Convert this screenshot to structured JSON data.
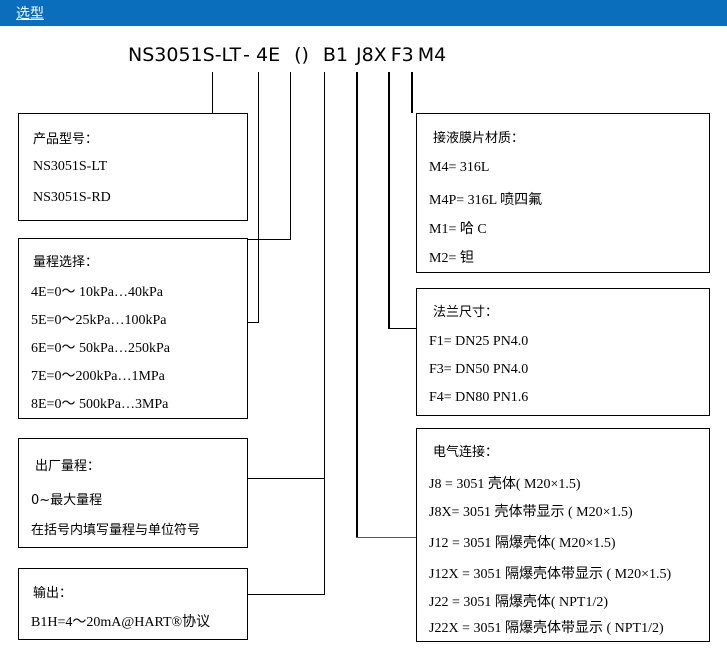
{
  "header": {
    "title": "选型"
  },
  "model_code": {
    "full": "NS3051S-LT - 4E () B1 J8X F3 M4",
    "segments": [
      {
        "key": "model",
        "text": "NS3051S-LT"
      },
      {
        "key": "dash",
        "text": "-"
      },
      {
        "key": "range",
        "text": "4E"
      },
      {
        "key": "paren",
        "text": "()"
      },
      {
        "key": "output",
        "text": "B1"
      },
      {
        "key": "elec",
        "text": "J8X"
      },
      {
        "key": "flange",
        "text": "F3"
      },
      {
        "key": "material",
        "text": "M4"
      }
    ]
  },
  "boxes": {
    "product_model": {
      "title": "产品型号：",
      "items": [
        "NS3051S-LT",
        "NS3051S-RD"
      ]
    },
    "range_select": {
      "title": "量程选择：",
      "items": [
        "4E=0～ 10kPa…40kPa",
        "5E=0～25kPa…100kPa",
        "6E=0～ 50kPa…250kPa",
        "7E=0～200kPa…1MPa",
        "8E=0～ 500kPa…3MPa"
      ]
    },
    "factory_range": {
      "title": "出厂量程：",
      "items": [
        "0~最大量程",
        "在括号内填写量程与单位符号"
      ]
    },
    "output": {
      "title": "输出：",
      "items": [
        "B1H=4～20mA@HART®协议"
      ]
    },
    "diaphragm_material": {
      "title": "接液膜片材质：",
      "items": [
        "M4= 316L",
        "M4P= 316L 喷四氟",
        "M1= 哈 C",
        "M2= 钽"
      ]
    },
    "flange_size": {
      "title": "法兰尺寸：",
      "items": [
        "F1= DN25 PN4.0",
        "F3= DN50 PN4.0",
        "F4= DN80 PN1.6"
      ]
    },
    "electrical_connection": {
      "title": "电气连接：",
      "items": [
        "J8 = 3051 壳体( M20×1.5)",
        "J8X= 3051 壳体带显示 ( M20×1.5)",
        "J12 = 3051 隔爆壳体( M20×1.5)",
        "J12X = 3051 隔爆壳体带显示 ( M20×1.5)",
        "J22 = 3051 隔爆壳体( NPT1/2)",
        "J22X = 3051 隔爆壳体带显示 ( NPT1/2)"
      ]
    }
  },
  "colors": {
    "header_bg": "#0a6ebd",
    "header_text": "#ffffff",
    "line": "#000000",
    "page_bg": "#ffffff"
  }
}
